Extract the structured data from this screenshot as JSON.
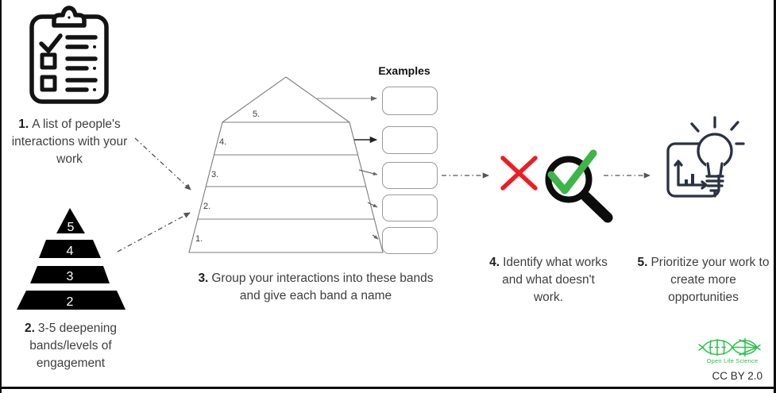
{
  "steps": [
    {
      "num": "1.",
      "text": "A list of people's interactions with your work"
    },
    {
      "num": "2.",
      "text": "3-5 deepening bands/levels of engagement"
    },
    {
      "num": "3.",
      "text": "Group your interactions into these bands and give each band a name"
    },
    {
      "num": "4.",
      "text": "Identify what works and what doesn't work."
    },
    {
      "num": "5.",
      "text": "Prioritize your work to create more opportunities"
    }
  ],
  "examples": {
    "heading": "Examples",
    "box_count": 5
  },
  "banded_pyramid": {
    "labels": [
      "5.",
      "4.",
      "3.",
      "2.",
      "1."
    ]
  },
  "black_pyramid": {
    "levels": [
      "5",
      "4",
      "3",
      "2"
    ]
  },
  "icons": [
    "checklist-clipboard-icon",
    "pyramid-icon",
    "red-x-icon",
    "magnifier-check-icon",
    "lightbulb-chart-icon",
    "ols-helix-logo"
  ],
  "footer": {
    "logo_text": "Open Life Science",
    "license": "CC BY 2.0"
  },
  "palette": {
    "ink": "#131313",
    "text": "#3f3f3f",
    "red": "#ee1d23",
    "green": "#3db549",
    "navy": "#2a3242",
    "logo_green": "#2bc24a",
    "line_gray": "#555555"
  }
}
